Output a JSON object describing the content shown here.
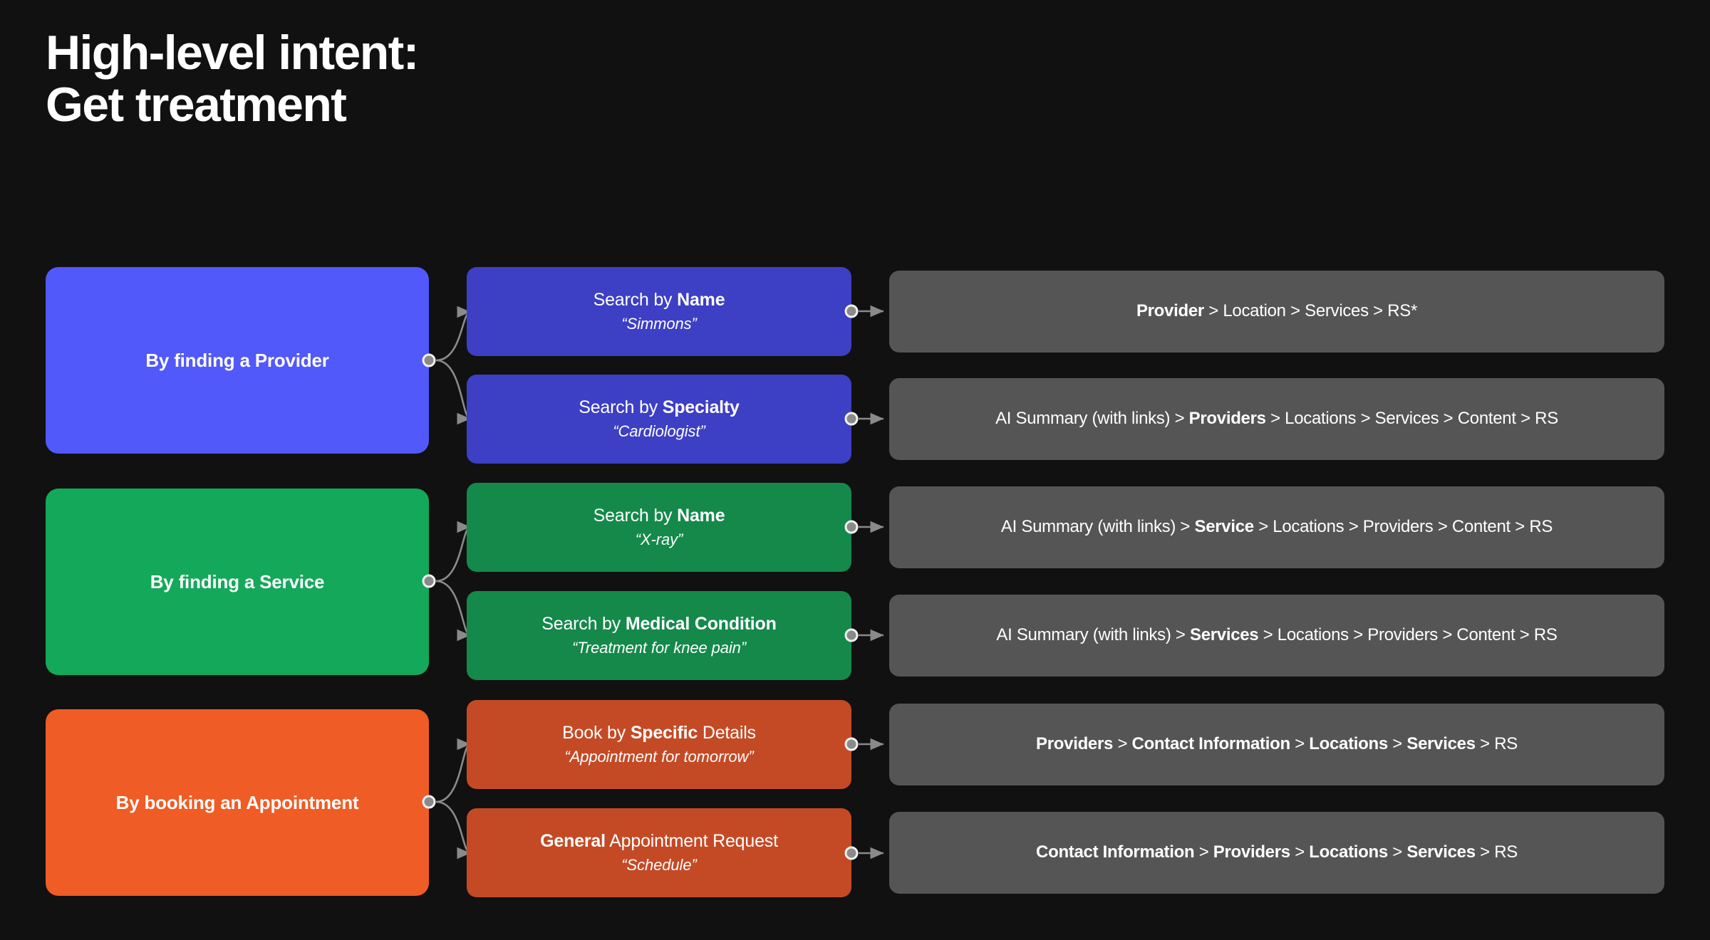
{
  "title": "High-level intent:\nGet treatment",
  "colors": {
    "background": "#111111",
    "blue_primary": "#5159fa",
    "blue_secondary": "#3d3fc4",
    "green_primary": "#14a85a",
    "green_secondary": "#14894a",
    "orange_primary": "#ef5c25",
    "orange_secondary": "#c44a25",
    "result_gray": "#555555",
    "text": "#ffffff",
    "connector": "#8a8a8a"
  },
  "groups": [
    {
      "id": "provider",
      "intent_label": "By finding a Provider",
      "color": "#5159fa",
      "branches": [
        {
          "query_prefix": "Search by ",
          "query_bold": "Name",
          "query_suffix": "",
          "example": "“Simmons”",
          "result_segments": [
            {
              "text": "Provider",
              "bold": true
            },
            {
              "text": "Location",
              "bold": false
            },
            {
              "text": "Services",
              "bold": false
            },
            {
              "text": "RS*",
              "bold": false
            }
          ]
        },
        {
          "query_prefix": "Search by ",
          "query_bold": "Specialty",
          "query_suffix": "",
          "example": "“Cardiologist”",
          "result_segments": [
            {
              "text": "AI Summary (with links)",
              "bold": false
            },
            {
              "text": "Providers",
              "bold": true
            },
            {
              "text": "Locations",
              "bold": false
            },
            {
              "text": "Services",
              "bold": false
            },
            {
              "text": "Content",
              "bold": false
            },
            {
              "text": "RS",
              "bold": false
            }
          ]
        }
      ]
    },
    {
      "id": "service",
      "intent_label": "By finding a Service",
      "color": "#14a85a",
      "branches": [
        {
          "query_prefix": "Search by ",
          "query_bold": "Name",
          "query_suffix": "",
          "example": "“X-ray”",
          "result_segments": [
            {
              "text": "AI Summary (with links)",
              "bold": false
            },
            {
              "text": "Service",
              "bold": true
            },
            {
              "text": "Locations",
              "bold": false
            },
            {
              "text": "Providers",
              "bold": false
            },
            {
              "text": "Content",
              "bold": false
            },
            {
              "text": "RS",
              "bold": false
            }
          ]
        },
        {
          "query_prefix": "Search by ",
          "query_bold": "Medical Condition",
          "query_suffix": "",
          "example": "“Treatment for knee pain”",
          "result_segments": [
            {
              "text": "AI Summary (with links)",
              "bold": false
            },
            {
              "text": "Services",
              "bold": true
            },
            {
              "text": "Locations",
              "bold": false
            },
            {
              "text": "Providers",
              "bold": false
            },
            {
              "text": "Content",
              "bold": false
            },
            {
              "text": "RS",
              "bold": false
            }
          ]
        }
      ]
    },
    {
      "id": "appointment",
      "intent_label": "By booking an Appointment",
      "color": "#ef5c25",
      "branches": [
        {
          "query_prefix": "Book by ",
          "query_bold": "Specific",
          "query_suffix": " Details",
          "example": "“Appointment for tomorrow”",
          "result_segments": [
            {
              "text": "Providers",
              "bold": true
            },
            {
              "text": "Contact Information",
              "bold": true
            },
            {
              "text": "Locations",
              "bold": true
            },
            {
              "text": "Services",
              "bold": true
            },
            {
              "text": "RS",
              "bold": false
            }
          ]
        },
        {
          "query_prefix": "",
          "query_bold": "General",
          "query_suffix": " Appointment Request",
          "example": "“Schedule”",
          "result_segments": [
            {
              "text": "Contact Information",
              "bold": true
            },
            {
              "text": "Providers",
              "bold": true
            },
            {
              "text": "Locations",
              "bold": true
            },
            {
              "text": "Services",
              "bold": true
            },
            {
              "text": "RS",
              "bold": false
            }
          ]
        }
      ]
    }
  ],
  "separator": ">"
}
